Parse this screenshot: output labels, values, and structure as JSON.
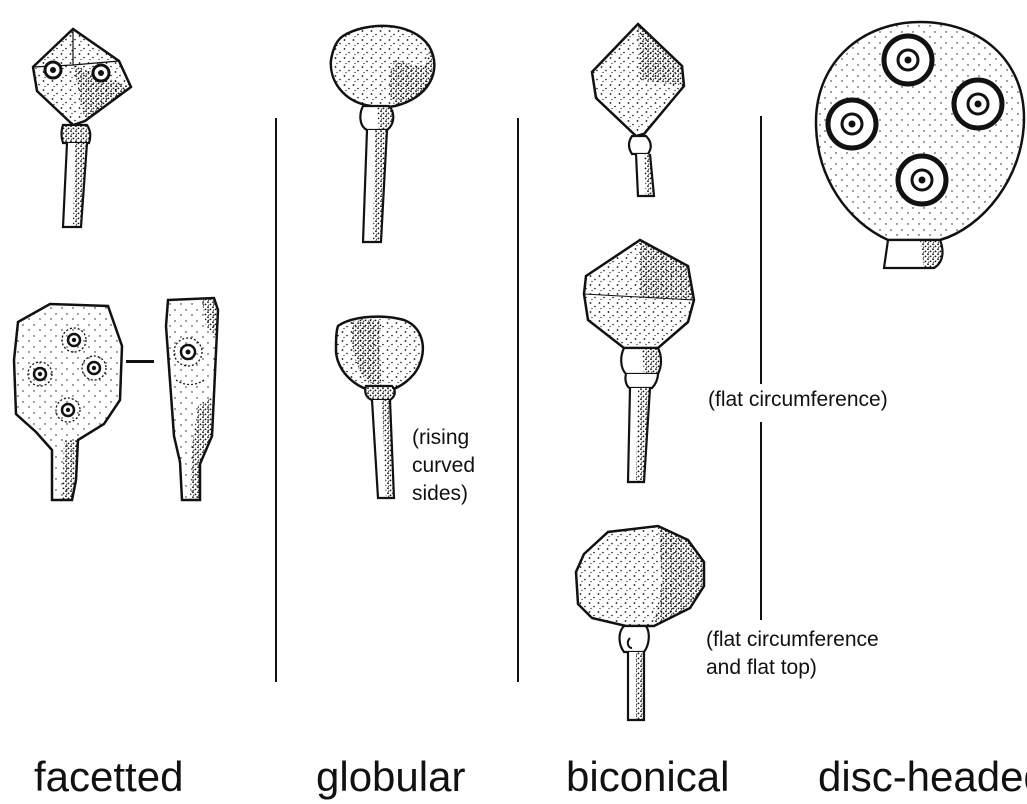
{
  "figure": {
    "background": "#ffffff",
    "ink": "#111111"
  },
  "categories": {
    "facetted": "facetted",
    "globular": "globular",
    "biconical": "biconical",
    "disc_headed": "disc-headed"
  },
  "notes": {
    "rising": "(rising\ncurved\nsides)",
    "flat_circumference": "(flat circumference)",
    "flat_circumference_top": "(flat circumference\nand flat top)"
  }
}
